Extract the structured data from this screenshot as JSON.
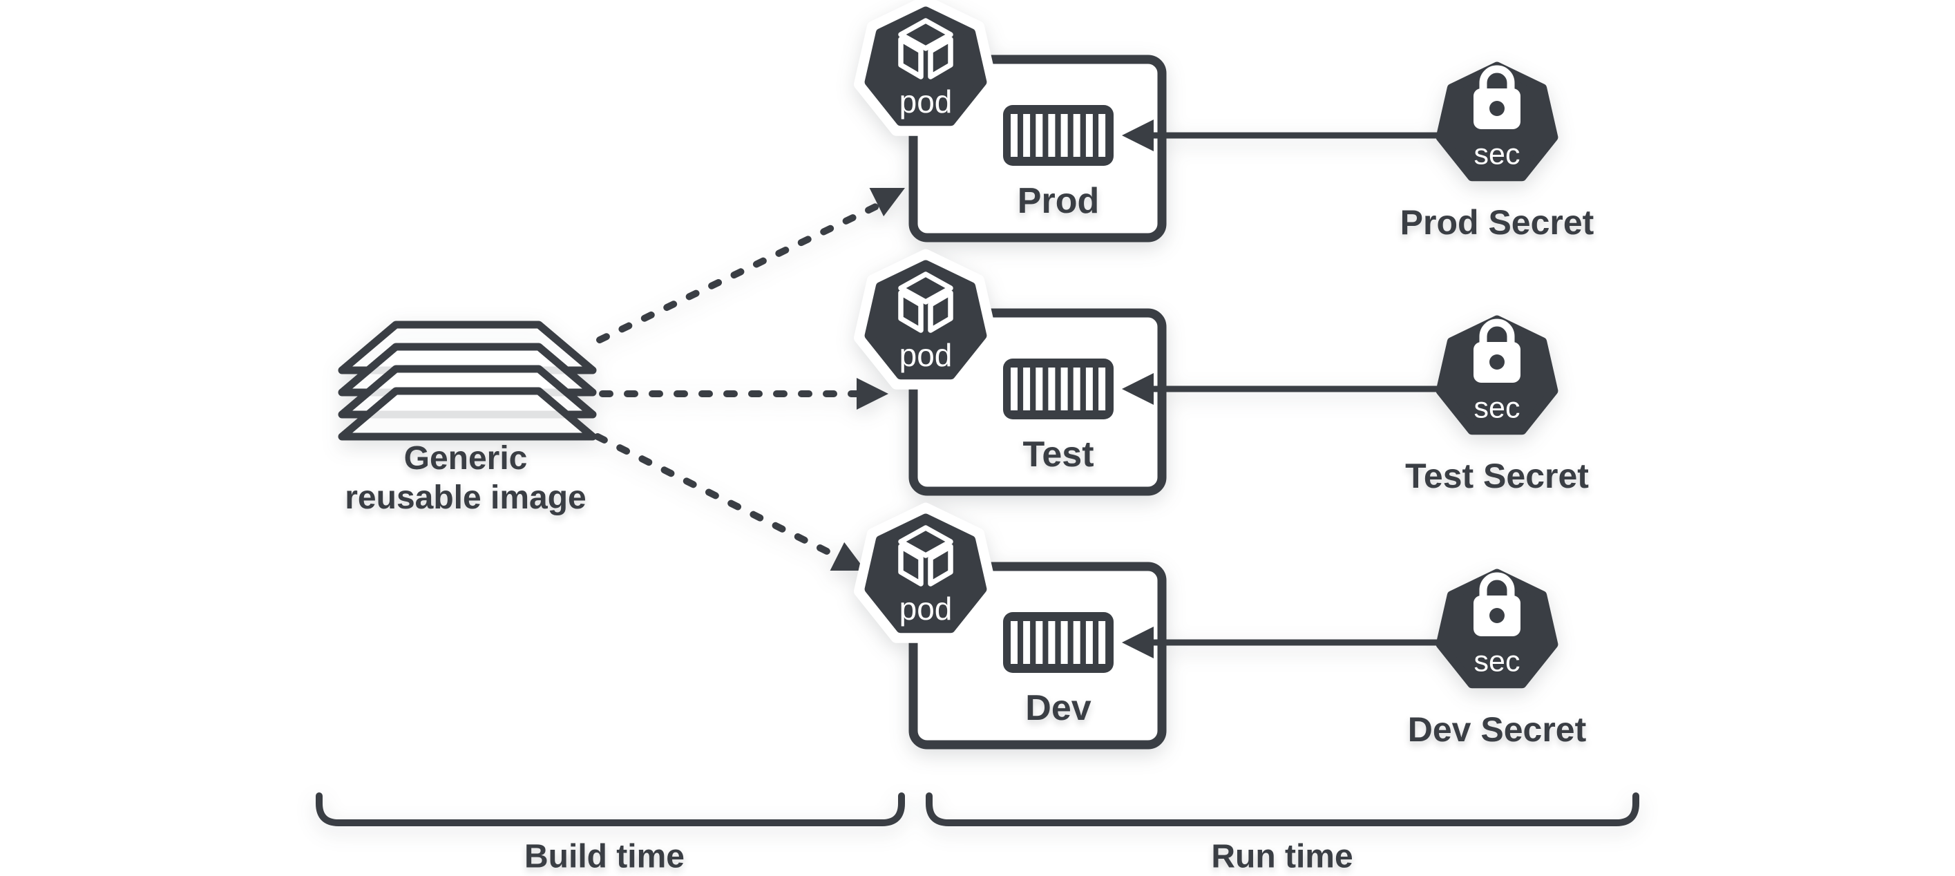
{
  "colors": {
    "ink": "#3a3e44",
    "background": "#ffffff",
    "badge_text": "#ffffff"
  },
  "source": {
    "icon": "layers-icon",
    "label_line1": "Generic",
    "label_line2": "reusable image"
  },
  "rows": [
    {
      "env": "Prod",
      "pod_label": "pod",
      "sec_label": "sec",
      "secret_label": "Prod Secret"
    },
    {
      "env": "Test",
      "pod_label": "pod",
      "sec_label": "sec",
      "secret_label": "Test Secret"
    },
    {
      "env": "Dev",
      "pod_label": "pod",
      "sec_label": "sec",
      "secret_label": "Dev Secret"
    }
  ],
  "phases": [
    {
      "label": "Build time"
    },
    {
      "label": "Run time"
    }
  ]
}
